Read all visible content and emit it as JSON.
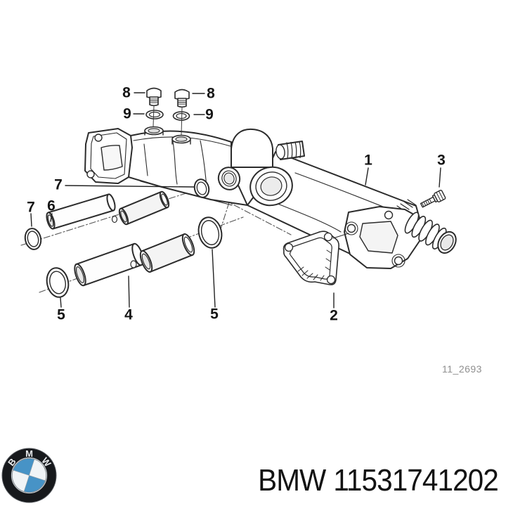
{
  "diagram": {
    "drawing_code": "11_2693",
    "callouts": [
      {
        "id": "1",
        "label": "1"
      },
      {
        "id": "2",
        "label": "2"
      },
      {
        "id": "3",
        "label": "3"
      },
      {
        "id": "4",
        "label": "4"
      },
      {
        "id": "5-left",
        "label": "5"
      },
      {
        "id": "5-right",
        "label": "5"
      },
      {
        "id": "6",
        "label": "6"
      },
      {
        "id": "7-top",
        "label": "7"
      },
      {
        "id": "7-left",
        "label": "7"
      },
      {
        "id": "8-left",
        "label": "8"
      },
      {
        "id": "8-right",
        "label": "8"
      },
      {
        "id": "9-left",
        "label": "9"
      },
      {
        "id": "9-right",
        "label": "9"
      }
    ]
  },
  "footer": {
    "brand": "BMW",
    "part_number": "11531741202",
    "logo": {
      "icon": "bmw-roundel",
      "letters": [
        "B",
        "M",
        "W"
      ],
      "colors": {
        "ring": "#17191c",
        "blue": "#4793c6",
        "white": "#f1f4f6"
      }
    }
  }
}
